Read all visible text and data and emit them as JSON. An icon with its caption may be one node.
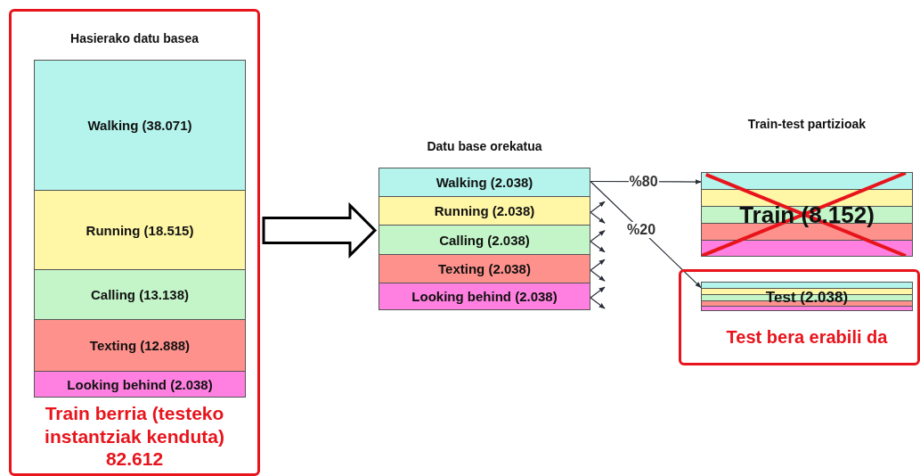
{
  "diagram": {
    "nodes": [
      {
        "text": [
          "Hasierako datu basea",
          "Train berria (testeko instantziak kenduta) 82.612"
        ]
      },
      {
        "text": [
          "Walking (38.071)"
        ],
        "in": 0
      },
      {
        "text": [
          "Running (18.515)"
        ],
        "in": 0
      },
      {
        "text": [
          "Calling (13.138)"
        ],
        "in": 0
      },
      {
        "text": [
          "Texting (12.888)"
        ],
        "in": 0
      },
      {
        "text": [
          "Looking behind (2.038)"
        ],
        "in": 0
      },
      {
        "text": [
          "Datu base orekatua"
        ]
      },
      {
        "text": [
          "Walking (2.038)"
        ],
        "in": 6
      },
      {
        "text": [
          "Running (2.038)"
        ],
        "in": 6
      },
      {
        "text": [
          "Calling (2.038)"
        ],
        "in": 6
      },
      {
        "text": [
          "Texting (2.038)"
        ],
        "in": 6
      },
      {
        "text": [
          "Looking behind (2.038)"
        ],
        "in": 6
      },
      {
        "text": [
          "Train-test partizioak",
          "Train (8.152)"
        ]
      },
      {
        "text": [
          "Test bera erabili da"
        ]
      },
      {
        "text": [
          "Test (2.038)"
        ],
        "in": 13
      }
    ],
    "edges": [
      {
        "from": 0,
        "to": 6,
        "arrow": "to",
        "style": "thick"
      },
      {
        "from": 7,
        "to": 12,
        "arrow": "to",
        "label": "%80"
      },
      {
        "from": 7,
        "to": 14,
        "arrow": "to",
        "label": "%20"
      },
      {
        "from": 8,
        "to": null,
        "arrow": "to"
      },
      {
        "from": 8,
        "to": null,
        "arrow": "to"
      },
      {
        "from": 9,
        "to": null,
        "arrow": "to"
      },
      {
        "from": 9,
        "to": null,
        "arrow": "to"
      },
      {
        "from": 10,
        "to": null,
        "arrow": "to"
      },
      {
        "from": 10,
        "to": null,
        "arrow": "to"
      },
      {
        "from": 11,
        "to": null,
        "arrow": "to"
      },
      {
        "from": 11,
        "to": null,
        "arrow": "to"
      }
    ]
  }
}
